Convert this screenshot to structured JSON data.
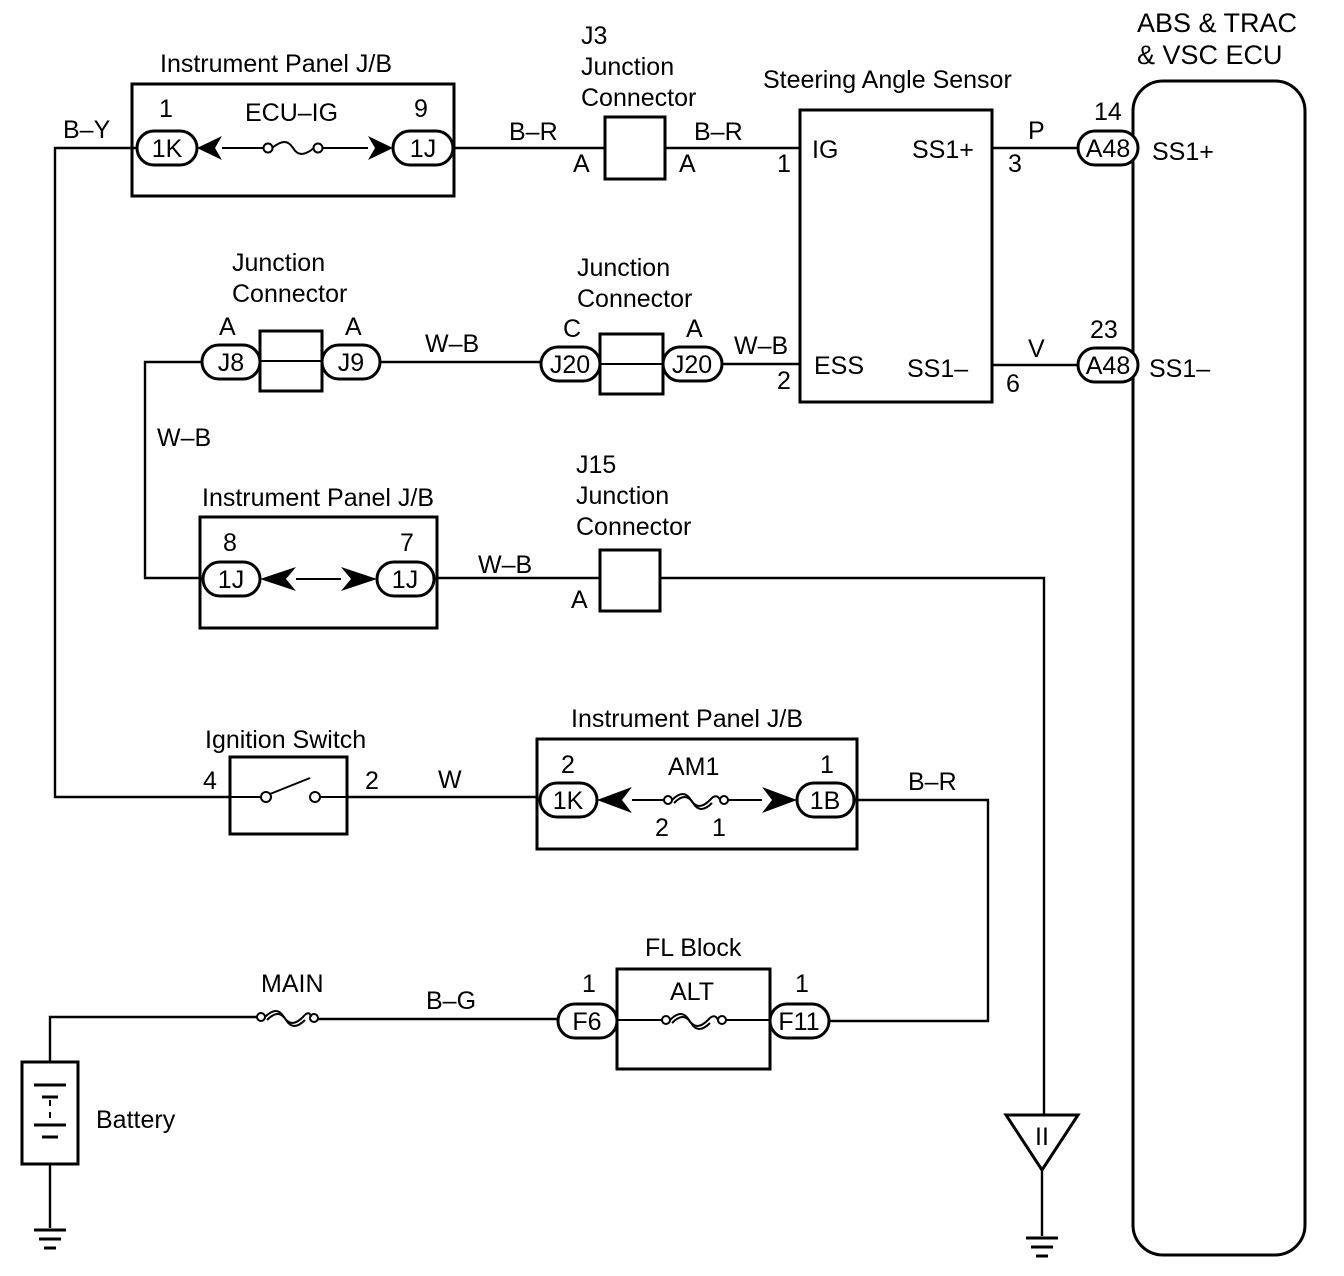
{
  "ecu": {
    "title_line1": "ABS & TRAC",
    "title_line2": "& VSC ECU",
    "ss1p": "SS1+",
    "ss1m": "SS1–"
  },
  "sensor": {
    "title": "Steering Angle Sensor",
    "ig": "IG",
    "ess": "ESS",
    "ss1p": "SS1+",
    "ss1m": "SS1–",
    "pin_ig": "1",
    "pin_ess": "2",
    "pin_ss1p": "3",
    "pin_ss1m": "6"
  },
  "ecu_pins": {
    "pin14": "14",
    "pin23": "23",
    "conn": "A48"
  },
  "wires": {
    "p": "P",
    "v": "V",
    "by": "B–Y",
    "br1": "B–R",
    "br2": "B–R",
    "wb1": "W–B",
    "wb2": "W–B",
    "wb3": "W–B",
    "wb4": "W–B",
    "w": "W",
    "br3": "B–R",
    "bg": "B–G"
  },
  "jb1": {
    "title": "Instrument Panel J/B",
    "fuse": "ECU–IG",
    "pin_l": "1",
    "pin_r": "9",
    "conn_l": "1K",
    "conn_r": "1J"
  },
  "j3": {
    "line1": "J3",
    "line2": "Junction",
    "line3": "Connector",
    "pin_l": "A",
    "pin_r": "A"
  },
  "jc1": {
    "line1": "Junction",
    "line2": "Connector",
    "pin_l": "A",
    "pin_r": "A",
    "conn_l": "J8",
    "conn_r": "J9"
  },
  "jc2": {
    "line1": "Junction",
    "line2": "Connector",
    "pin_l": "C",
    "pin_r": "A",
    "conn_l": "J20",
    "conn_r": "J20"
  },
  "jb2": {
    "title": "Instrument Panel J/B",
    "pin_l": "8",
    "pin_r": "7",
    "conn_l": "1J",
    "conn_r": "1J"
  },
  "j15": {
    "line1": "J15",
    "line2": "Junction",
    "line3": "Connector",
    "pin": "A"
  },
  "ign": {
    "title": "Ignition Switch",
    "pin_l": "4",
    "pin_r": "2"
  },
  "jb3": {
    "title": "Instrument Panel J/B",
    "fuse": "AM1",
    "pin_l": "2",
    "pin_r": "1",
    "conn_l": "1K",
    "conn_r": "1B",
    "sub_l": "2",
    "sub_r": "1"
  },
  "fl": {
    "title": "FL Block",
    "fuse": "ALT",
    "pin_l": "1",
    "pin_r": "1",
    "conn_l": "F6",
    "conn_r": "F11"
  },
  "main": {
    "fuse": "MAIN"
  },
  "battery": {
    "label": "Battery"
  },
  "ground_ref": {
    "label": "II"
  }
}
